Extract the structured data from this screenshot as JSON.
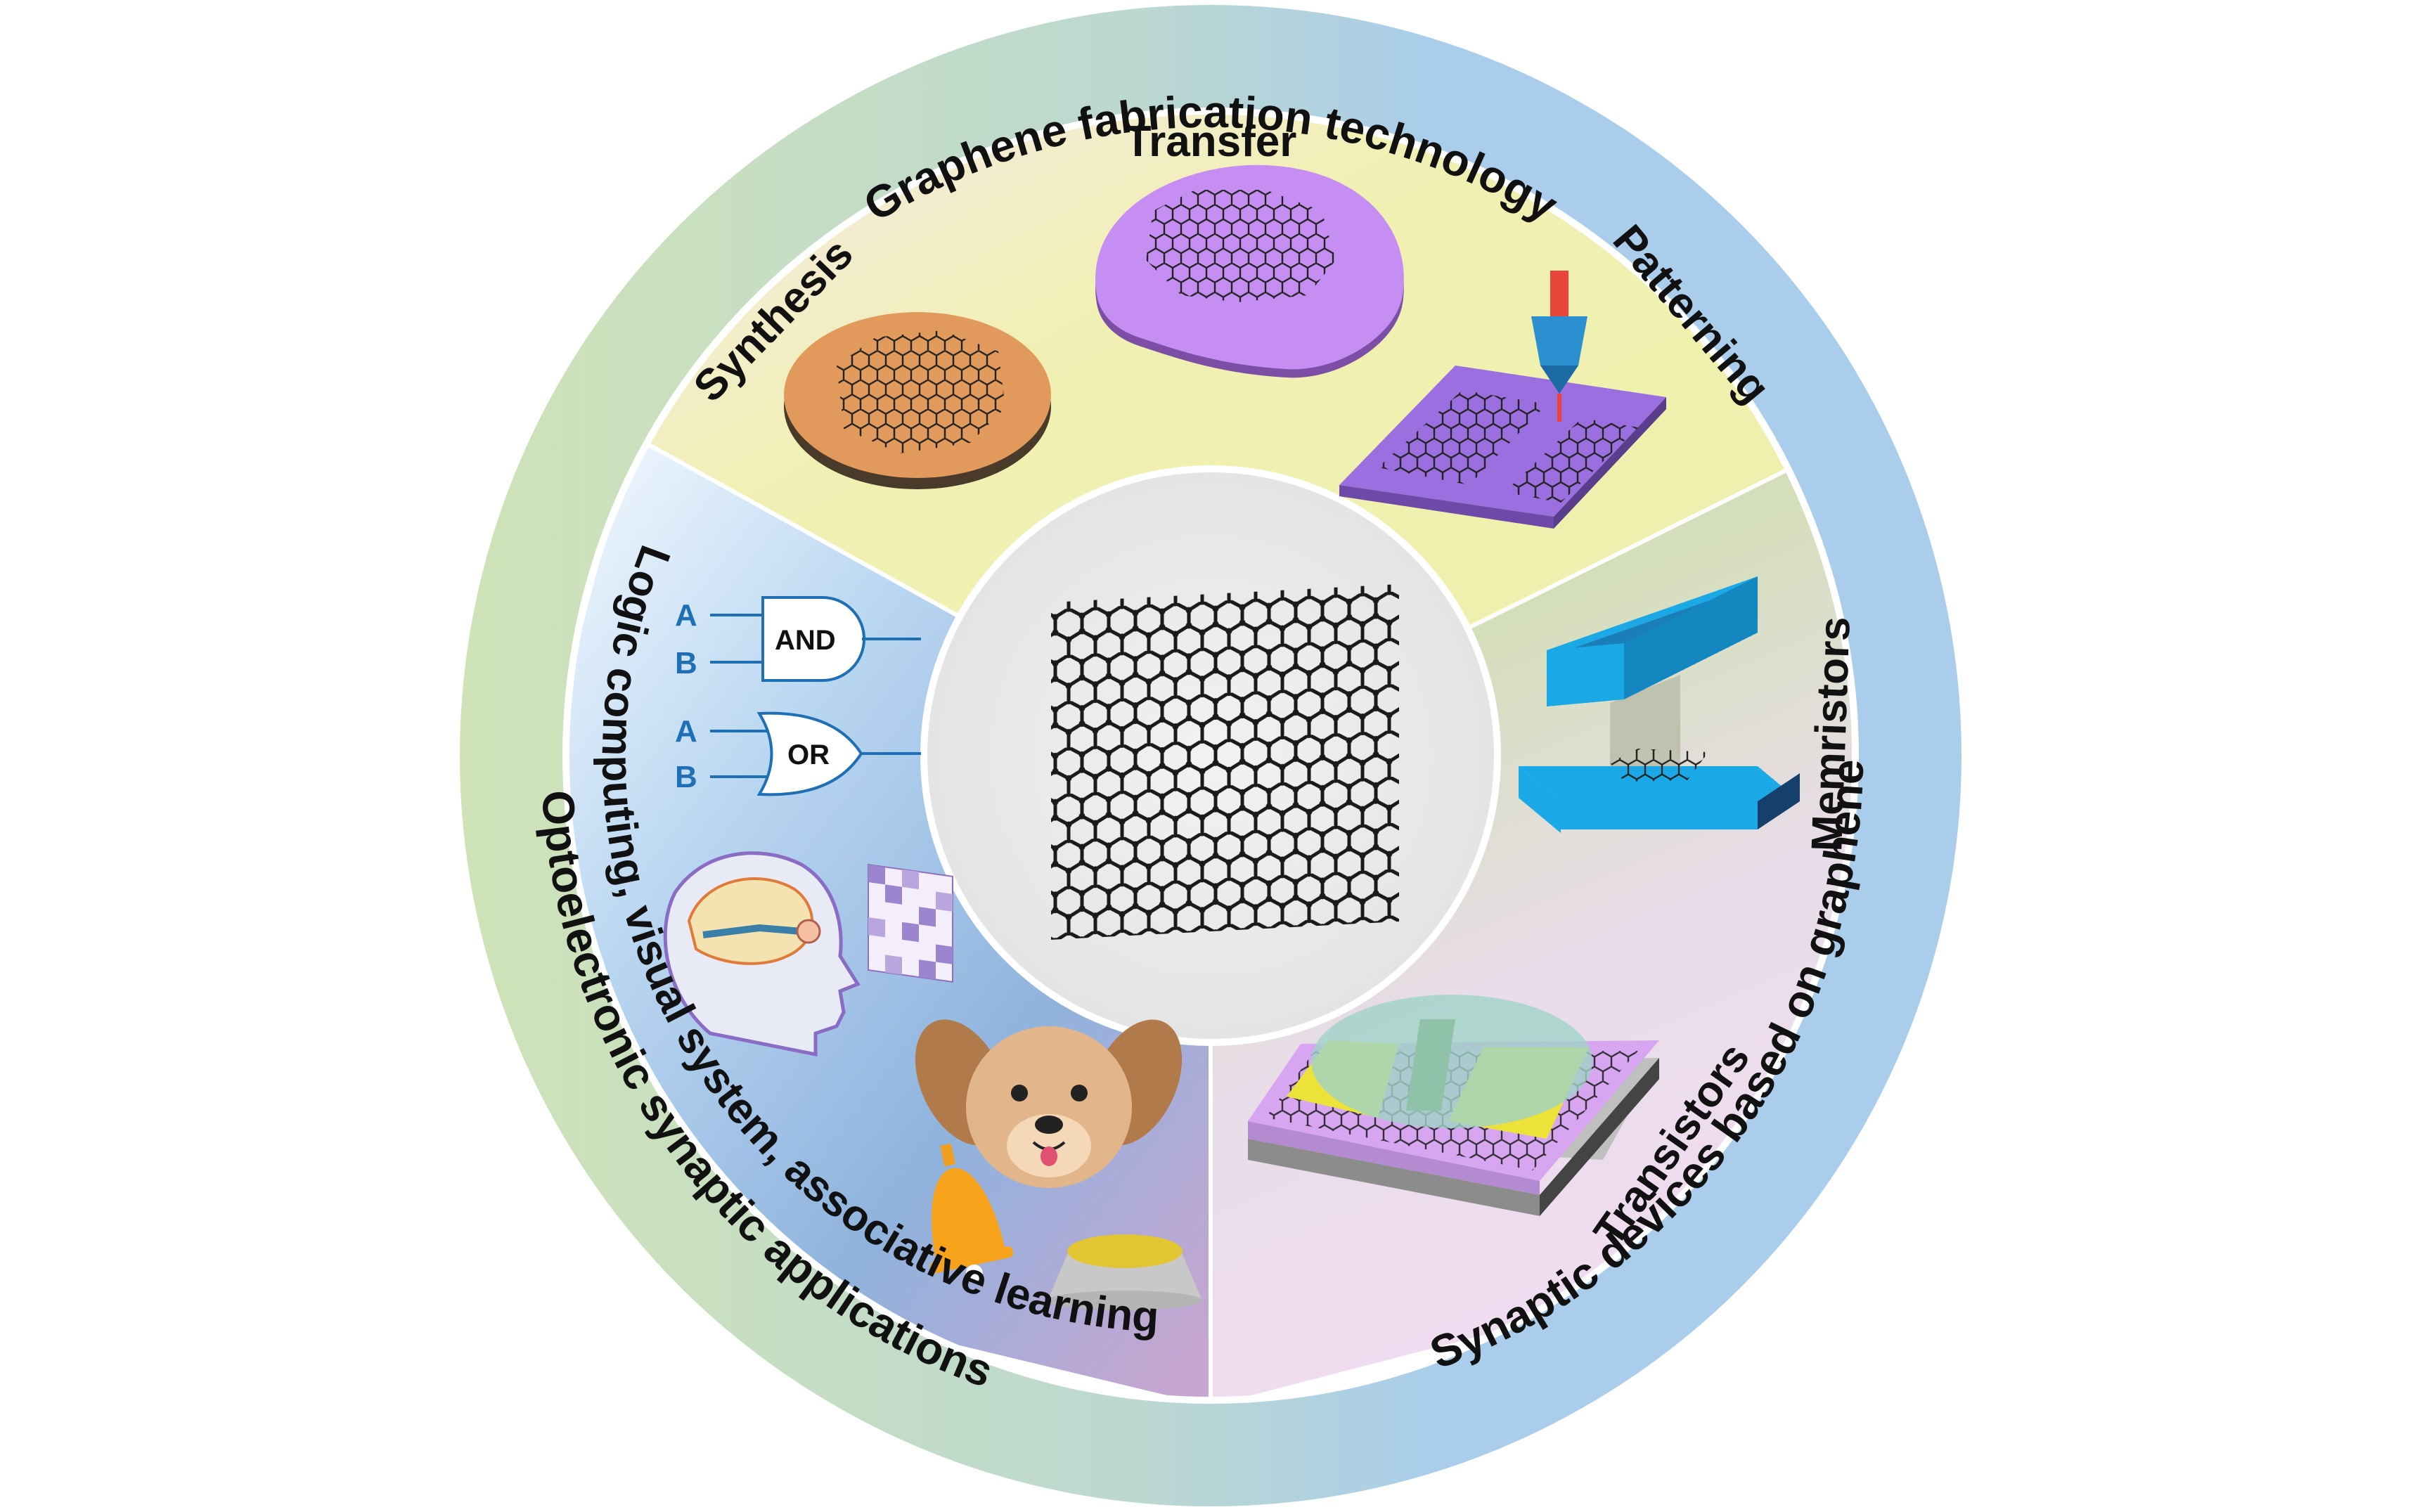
{
  "outer_ring": {
    "top": "Graphene fabrication technology",
    "right": "Synaptic devices based on graphene",
    "left": "Optoelectronic synaptic applications"
  },
  "sectors": {
    "synthesis": "Synthesis",
    "transfer": "Transfer",
    "patterning": "Patterning",
    "memristors": "Memristors",
    "transistors": "Transistors",
    "applications": "Logic computing, visual system, associative learning"
  },
  "logic_gates": {
    "and": {
      "name": "AND",
      "in1": "A",
      "in2": "B"
    },
    "or": {
      "name": "OR",
      "in1": "A",
      "in2": "B"
    }
  },
  "icons": [
    "graphene-lattice-icon",
    "brain-head-icon",
    "pixel-grid-icon",
    "dog-face-icon",
    "bell-icon",
    "food-bowl-icon"
  ],
  "colors": {
    "ring_green": "#cfe3b7",
    "ring_blue": "#a9cdea",
    "fabrication_yellow": "#f1f0b4",
    "devices_pink": "#eedff0",
    "applications_blue": "#8fb3dd",
    "synthesis_orange": "#e19a5c",
    "transfer_purple": "#c68ef2",
    "electrode_blue": "#1aa9e6"
  }
}
